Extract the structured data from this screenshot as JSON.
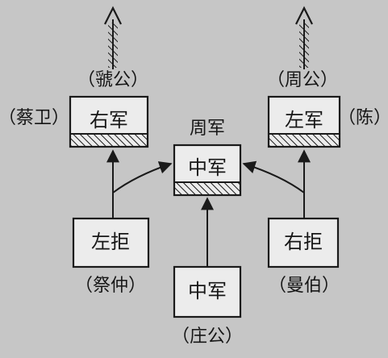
{
  "units": {
    "right_army": {
      "label": "右军",
      "commander": "（虢公）",
      "ally": "（蔡卫）"
    },
    "left_army": {
      "label": "左军",
      "commander": "（周公）",
      "ally": "（陈）"
    },
    "center_army": {
      "label": "中军",
      "group_title": "周军"
    },
    "left_square": {
      "label": "左拒",
      "commander": "（祭仲）"
    },
    "right_square": {
      "label": "右拒",
      "commander": "（曼伯）"
    },
    "middle_army": {
      "label": "中军",
      "commander": "（庄公）"
    }
  }
}
